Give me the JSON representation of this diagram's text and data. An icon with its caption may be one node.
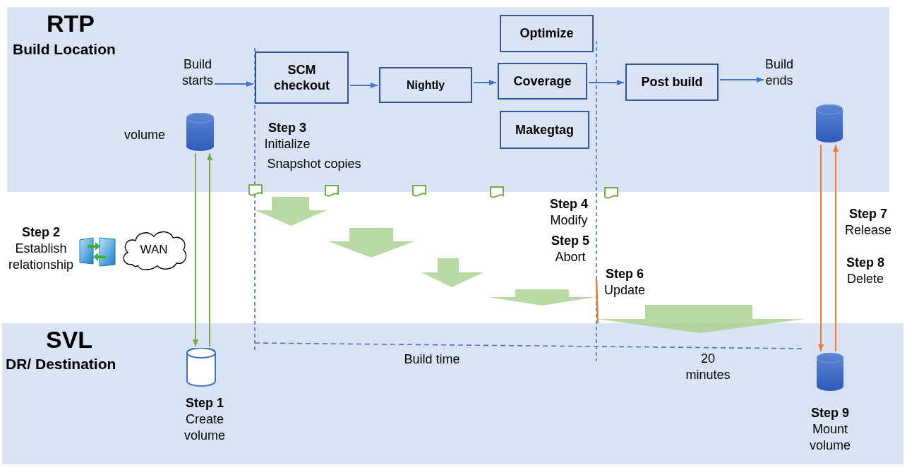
{
  "diagram": {
    "nodes": [
      {
        "text": [
          "RTP",
          "Build Location"
        ]
      },
      {
        "text": [
          "Build starts"
        ],
        "in": 0
      },
      {
        "text": [
          "SCM checkout"
        ],
        "in": 0
      },
      {
        "text": [
          "Nightly"
        ],
        "in": 0
      },
      {
        "text": [
          "Optimize"
        ],
        "in": 0
      },
      {
        "text": [
          "Coverage"
        ],
        "in": 0
      },
      {
        "text": [
          "Makegtag"
        ],
        "in": 0
      },
      {
        "text": [
          "Post build"
        ],
        "in": 0
      },
      {
        "text": [
          "Build ends"
        ],
        "in": 0
      },
      {
        "text": [],
        "shape": "cylinder",
        "beside": [
          "volume"
        ],
        "in": 0
      },
      {
        "text": [],
        "shape": "cylinder",
        "in": 0
      },
      {
        "text": [
          "WAN"
        ]
      },
      {
        "text": [
          "SVL",
          "DR/ Destination"
        ]
      },
      {
        "text": [],
        "shape": "cylinder",
        "beside": [
          "**Step 1** Create volume"
        ],
        "in": 12
      },
      {
        "text": [],
        "shape": "cylinder",
        "beside": [
          "**Step 9** Mount volume"
        ],
        "in": 12
      }
    ],
    "edges": [
      {
        "from": 1,
        "to": 2,
        "arrow": "to"
      },
      {
        "from": 2,
        "to": 3,
        "arrow": "to"
      },
      {
        "from": 3,
        "to": 5,
        "arrow": "to"
      },
      {
        "from": 5,
        "to": 7,
        "arrow": "to"
      },
      {
        "from": 7,
        "to": 8,
        "arrow": "to"
      },
      {
        "from": 9,
        "to": 13,
        "arrow": "to",
        "color": "#70ad47"
      },
      {
        "from": 13,
        "to": 9,
        "arrow": "to",
        "color": "#70ad47"
      },
      {
        "from": 10,
        "to": 14,
        "arrow": "to",
        "color": "#ed7d31"
      },
      {
        "from": 14,
        "to": 10,
        "arrow": "to",
        "color": "#ed7d31"
      }
    ],
    "labels": [
      "**Step 3** Initialize",
      "Snapshot copies",
      "**Step 2** Establish relationship",
      "**Step 4** Modify",
      "**Step 5** Abort",
      "**Step 6** Update",
      "**Step 7** Release",
      "**Step 8** Delete",
      "Build time",
      "20 minutes"
    ]
  }
}
